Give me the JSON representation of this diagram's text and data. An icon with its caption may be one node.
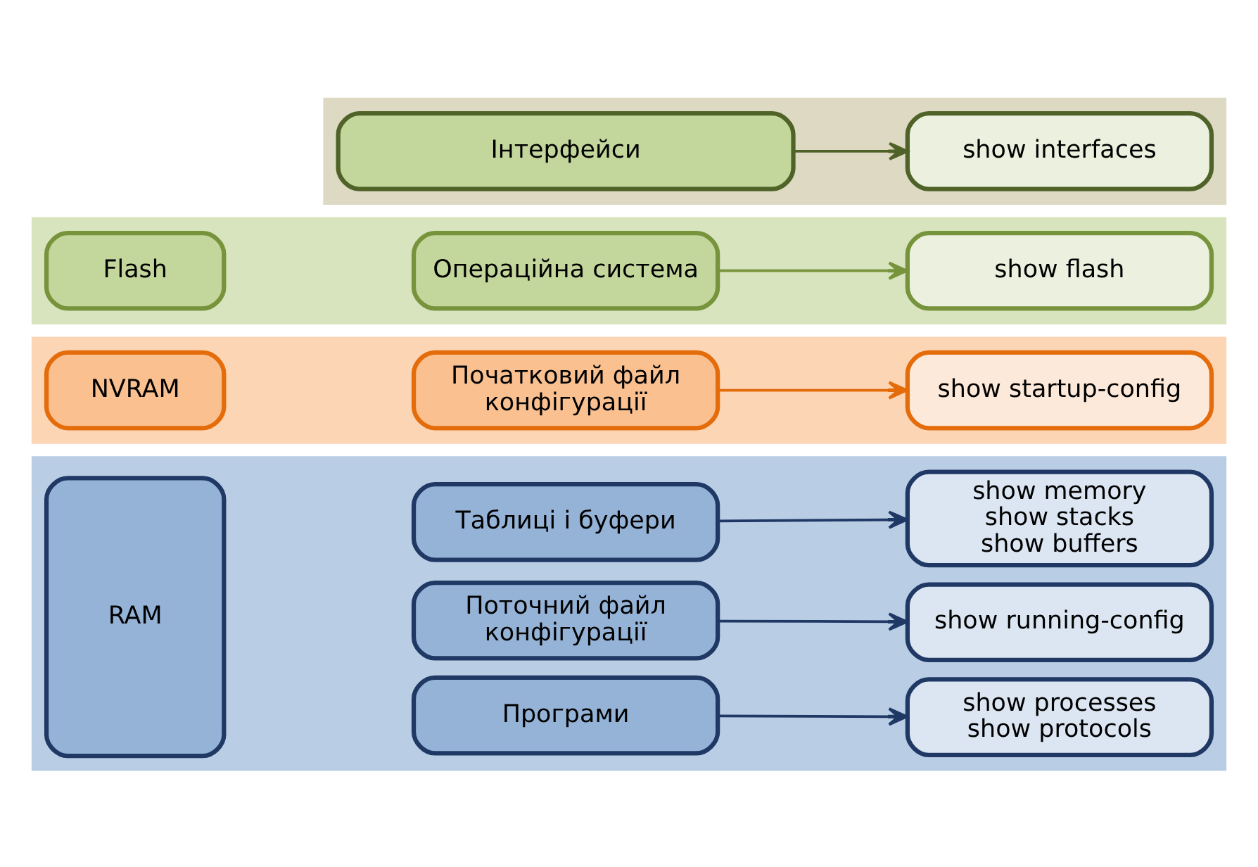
{
  "diagram": {
    "nodes": [
      {
        "text": [],
        "shape": "band"
      },
      {
        "text": [
          "RAM"
        ],
        "in": 0
      },
      {
        "text": [
          "Програми"
        ],
        "in": 0
      },
      {
        "text": [
          "Поточний файл конфігурації"
        ],
        "in": 0
      },
      {
        "text": [
          "Таблиці і буфери"
        ],
        "in": 0
      },
      {
        "text": [
          "show processes",
          "show protocols"
        ],
        "in": 0
      },
      {
        "text": [
          "show running-config"
        ],
        "in": 0
      },
      {
        "text": [
          "show memory",
          "show stacks",
          "show buffers"
        ],
        "in": 0
      },
      {
        "text": [],
        "shape": "band"
      },
      {
        "text": [
          "NVRAM"
        ],
        "in": 8
      },
      {
        "text": [
          "Початковий файл конфігурації"
        ],
        "in": 8
      },
      {
        "text": [
          "show startup-config"
        ],
        "in": 8
      },
      {
        "text": [],
        "shape": "band"
      },
      {
        "text": [
          "Flash"
        ],
        "in": 12
      },
      {
        "text": [
          "Операційна система"
        ],
        "in": 12
      },
      {
        "text": [
          "show flash"
        ],
        "in": 12
      },
      {
        "text": [],
        "shape": "band"
      },
      {
        "text": [
          "Інтерфейси"
        ],
        "in": 16
      },
      {
        "text": [
          "show interfaces"
        ],
        "in": 16
      }
    ],
    "edges": [
      {
        "from": 2,
        "to": 5,
        "arrow": "to"
      },
      {
        "from": 3,
        "to": 6,
        "arrow": "to"
      },
      {
        "from": 4,
        "to": 7,
        "arrow": "to"
      },
      {
        "from": 10,
        "to": 11,
        "arrow": "to",
        "color": "#e46c0a"
      },
      {
        "from": 14,
        "to": 15,
        "arrow": "to",
        "color": "#77933c"
      },
      {
        "from": 17,
        "to": 18,
        "arrow": "to",
        "color": "#4f6228"
      }
    ]
  }
}
